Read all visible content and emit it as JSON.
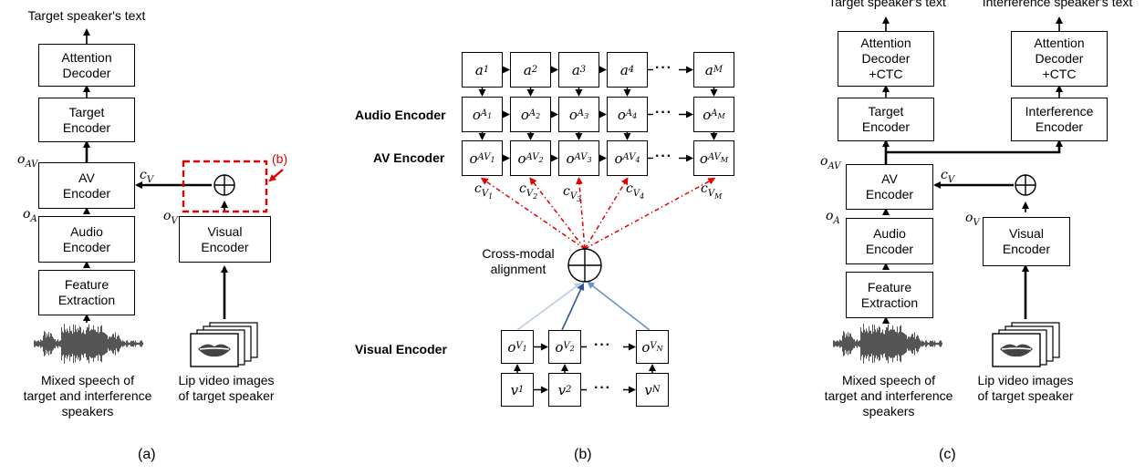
{
  "panel_a": {
    "title": "Target speaker's text",
    "attention_decoder": "Attention\nDecoder",
    "target_encoder": "Target\nEncoder",
    "av_encoder": "AV\nEncoder",
    "audio_encoder": "Audio\nEncoder",
    "feature_extraction": "Feature\nExtraction",
    "visual_encoder": "Visual\nEncoder",
    "o_av": "o",
    "o_av_sub": "AV",
    "o_a": "o",
    "o_a_sub": "A",
    "o_v": "o",
    "o_v_sub": "V",
    "c_v": "c",
    "c_v_sub": "V",
    "callout": "(b)",
    "mixed_speech_caption": "Mixed speech of\ntarget and interference\nspeakers",
    "lip_caption": "Lip video images\nof target speaker",
    "caption": "(a)"
  },
  "panel_b": {
    "audio_encoder_label": "Audio Encoder",
    "av_encoder_label": "AV Encoder",
    "visual_encoder_label": "Visual Encoder",
    "cross_modal": "Cross-modal\nalignment",
    "ellipsis": "···",
    "caption": "(b)",
    "a_cells": [
      {
        "base": "a",
        "sub": "1"
      },
      {
        "base": "a",
        "sub": "2"
      },
      {
        "base": "a",
        "sub": "3"
      },
      {
        "base": "a",
        "sub": "4"
      },
      {
        "base": "a",
        "sub": "M"
      }
    ],
    "oa_cells": [
      {
        "base": "o",
        "sub": "A",
        "subsub": "1"
      },
      {
        "base": "o",
        "sub": "A",
        "subsub": "2"
      },
      {
        "base": "o",
        "sub": "A",
        "subsub": "3"
      },
      {
        "base": "o",
        "sub": "A",
        "subsub": "4"
      },
      {
        "base": "o",
        "sub": "A",
        "subsub": "M"
      }
    ],
    "oav_cells": [
      {
        "base": "o",
        "sub": "AV",
        "subsub": "1"
      },
      {
        "base": "o",
        "sub": "AV",
        "subsub": "2"
      },
      {
        "base": "o",
        "sub": "AV",
        "subsub": "3"
      },
      {
        "base": "o",
        "sub": "AV",
        "subsub": "4"
      },
      {
        "base": "o",
        "sub": "AV",
        "subsub": "M"
      }
    ],
    "cv_labels": [
      {
        "base": "c",
        "sub": "V",
        "subsub": "1"
      },
      {
        "base": "c",
        "sub": "V",
        "subsub": "2"
      },
      {
        "base": "c",
        "sub": "V",
        "subsub": "3"
      },
      {
        "base": "c",
        "sub": "V",
        "subsub": "4"
      },
      {
        "base": "c",
        "sub": "V",
        "subsub": "M"
      }
    ],
    "ov_cells": [
      {
        "base": "o",
        "sub": "V",
        "subsub": "1"
      },
      {
        "base": "o",
        "sub": "V",
        "subsub": "2"
      },
      {
        "base": "o",
        "sub": "V",
        "subsub": "N"
      }
    ],
    "v_cells": [
      {
        "base": "v",
        "sub": "1"
      },
      {
        "base": "v",
        "sub": "2"
      },
      {
        "base": "v",
        "sub": "N"
      }
    ]
  },
  "panel_c": {
    "title_target": "Target speaker's text",
    "title_interference": "Interference speaker's text",
    "decoder_target": "Attention\nDecoder\n+CTC",
    "decoder_interference": "Attention\nDecoder\n+CTC",
    "target_encoder": "Target\nEncoder",
    "interference_encoder": "Interference\nEncoder",
    "av_encoder": "AV\nEncoder",
    "audio_encoder": "Audio\nEncoder",
    "feature_extraction": "Feature\nExtraction",
    "visual_encoder": "Visual\nEncoder",
    "o_av": "o",
    "o_av_sub": "AV",
    "o_a": "o",
    "o_a_sub": "A",
    "o_v": "o",
    "o_v_sub": "V",
    "c_v": "c",
    "c_v_sub": "V",
    "mixed_speech_caption": "Mixed speech of\ntarget and interference\nspeakers",
    "lip_caption": "Lip video images\nof target speaker",
    "caption": "(c)"
  },
  "colors": {
    "line": "#000000",
    "red_dash": "#e00000",
    "blue_dark": "#2f5597",
    "blue_mid": "#6f8fc7",
    "blue_light": "#b9cbe6"
  },
  "icons": [
    "waveform-icon",
    "lip-images-icon",
    "sum-icon"
  ]
}
